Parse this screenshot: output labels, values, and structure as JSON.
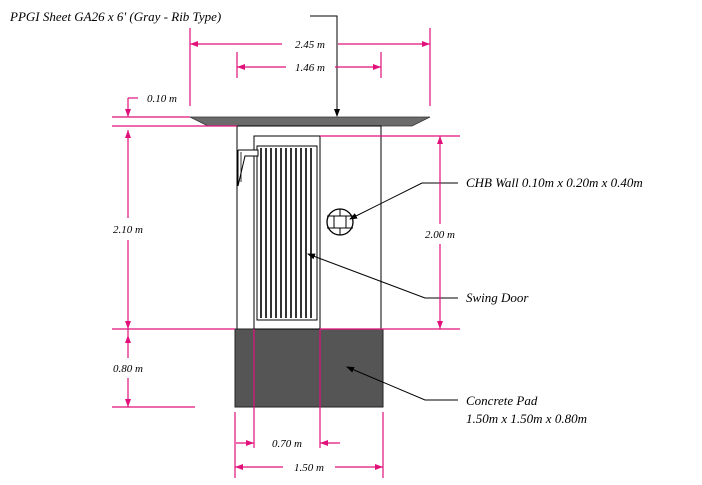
{
  "labels": {
    "roof_sheet": "PPGI Sheet GA26 x 6' (Gray - Rib Type)",
    "chb_wall": "CHB Wall 0.10m x 0.20m x 0.40m",
    "swing_door": "Swing Door",
    "concrete_pad_line1": "Concrete Pad",
    "concrete_pad_line2": "1.50m x 1.50m x 0.80m"
  },
  "dimensions": {
    "roof_width": "2.45 m",
    "wall_width": "1.46 m",
    "roof_thickness": "0.10 m",
    "wall_height": "2.10 m",
    "door_height": "2.00 m",
    "pad_height": "0.80 m",
    "door_width": "0.70 m",
    "pad_width": "1.50 m"
  },
  "colors": {
    "dimension_line": "#e0127a",
    "roof": "#6b6b6b",
    "concrete_pad": "#555555",
    "outline": "#000000"
  }
}
